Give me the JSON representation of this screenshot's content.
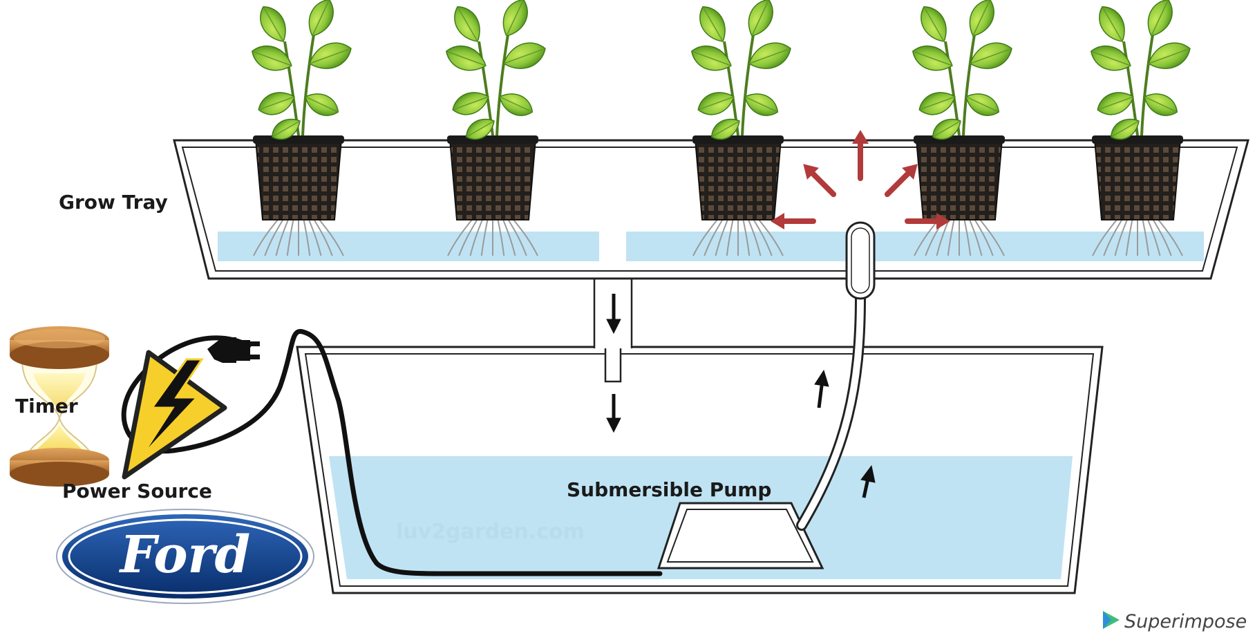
{
  "labels": {
    "grow_tray": "Grow Tray",
    "timer": "Timer",
    "power_source": "Power Source",
    "submersible_pump": "Submersible Pump"
  },
  "watermark": "luv2garden.com",
  "logo_text": "Ford",
  "branding": "Superimpose",
  "colors": {
    "water": "#bfe3f3",
    "tray_outline": "#222222",
    "flow_arrow": "#b23a3a",
    "ford_blue": "#0b3e8c",
    "warning_yellow": "#f6cf2a",
    "timer_gold": "#c98a3d"
  }
}
